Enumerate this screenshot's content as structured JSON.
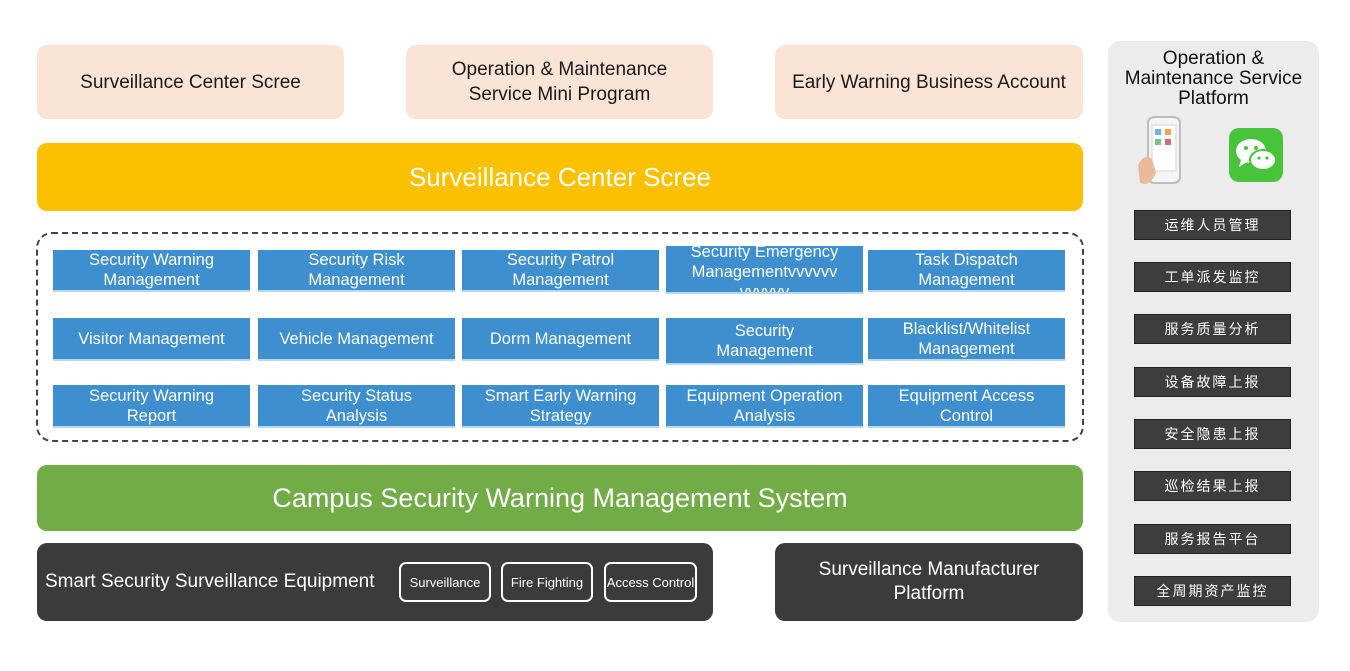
{
  "top_boxes": [
    {
      "label": "Surveillance Center Scree"
    },
    {
      "label": "Operation & Maintenance Service Mini Program"
    },
    {
      "label": "Early Warning Business Account"
    }
  ],
  "center_screen_banner": "Surveillance Center Scree",
  "modules": [
    [
      "Security Warning Management",
      "Security Risk Management",
      "Security Patrol Management",
      "Security Emergency Managementvvvvvv vvvvvv",
      "Task Dispatch Management"
    ],
    [
      "Visitor Management",
      "Vehicle Management",
      "Dorm Management",
      "Security Management",
      "Blacklist/Whitelist Management"
    ],
    [
      "Security Warning Report",
      "Security Status Analysis",
      "Smart Early Warning Strategy",
      "Equipment Operation Analysis",
      "Equipment Access Control"
    ]
  ],
  "system_banner": "Campus Security Warning Management System",
  "equipment": {
    "title": "Smart Security Surveillance Equipment",
    "items": [
      "Surveillance",
      "Fire Fighting",
      "Access Control"
    ]
  },
  "manufacturer_platform": "Surveillance Manufacturer Platform",
  "side_panel": {
    "title": "Operation & Maintenance Service Platform",
    "icons": [
      "smartphone-icon",
      "wechat-icon"
    ],
    "items": [
      "运维人员管理",
      "工单派发监控",
      "服务质量分析",
      "设备故障上报",
      "安全隐患上报",
      "巡检结果上报",
      "服务报告平台",
      "全周期资产监控"
    ]
  },
  "colors": {
    "top_box_bg": "#fbe3d5",
    "banner_yellow": "#fbc000",
    "banner_green": "#71ac46",
    "module_blue": "#3e8fd0",
    "dark_panel": "#3b3b3b",
    "side_panel_bg": "#ececec"
  }
}
